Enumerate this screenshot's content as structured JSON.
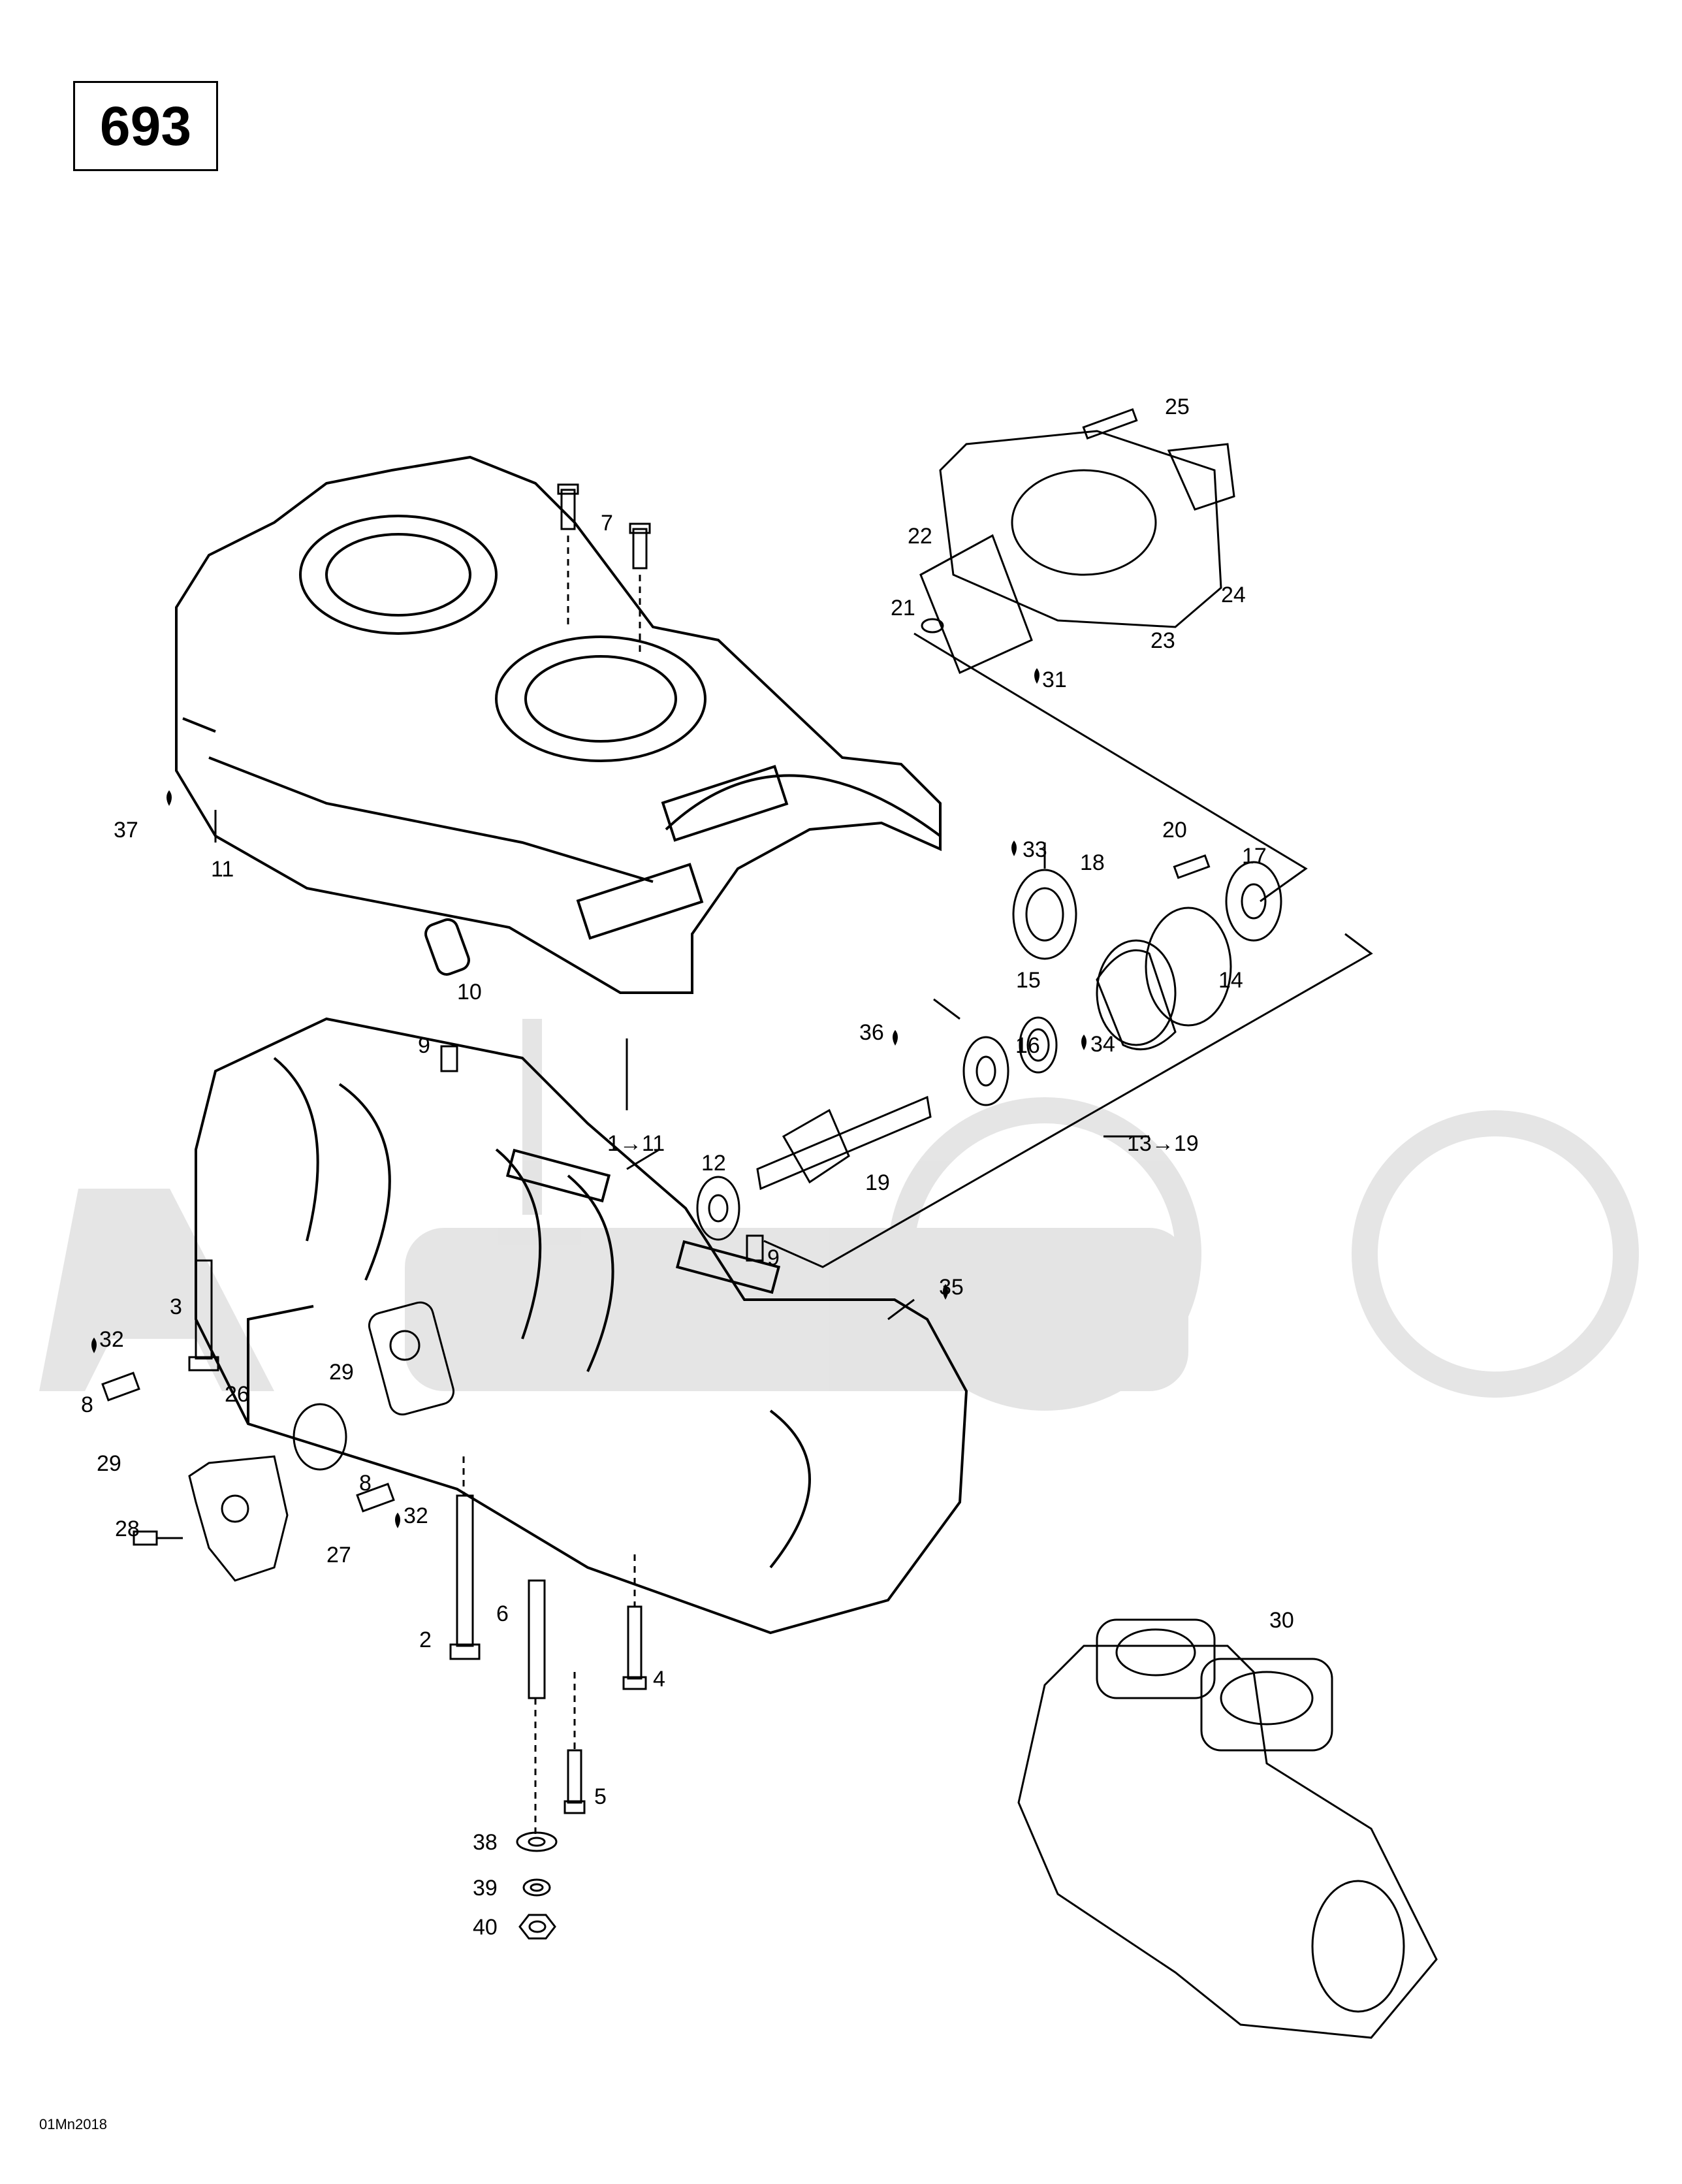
{
  "page_number": "693",
  "drawing_code": "01Mn2018",
  "watermark_text": "ArtMoto",
  "callouts": {
    "c1_11": "1→11",
    "c2": "2",
    "c3": "3",
    "c4": "4",
    "c5": "5",
    "c6": "6",
    "c7": "7",
    "c8a": "8",
    "c8b": "8",
    "c9a": "9",
    "c9b": "9",
    "c10": "10",
    "c11": "11",
    "c12": "12",
    "c13_19": "13→19",
    "c14": "14",
    "c15": "15",
    "c16": "16",
    "c17": "17",
    "c18": "18",
    "c19": "19",
    "c20": "20",
    "c21": "21",
    "c22": "22",
    "c23": "23",
    "c24": "24",
    "c25": "25",
    "c26": "26",
    "c27": "27",
    "c28": "28",
    "c29a": "29",
    "c29b": "29",
    "c30": "30",
    "c31": "31",
    "c32a": "32",
    "c32b": "32",
    "c33": "33",
    "c34": "34",
    "c35": "35",
    "c36": "36",
    "c37": "37",
    "c38": "38",
    "c39": "39",
    "c40": "40"
  }
}
